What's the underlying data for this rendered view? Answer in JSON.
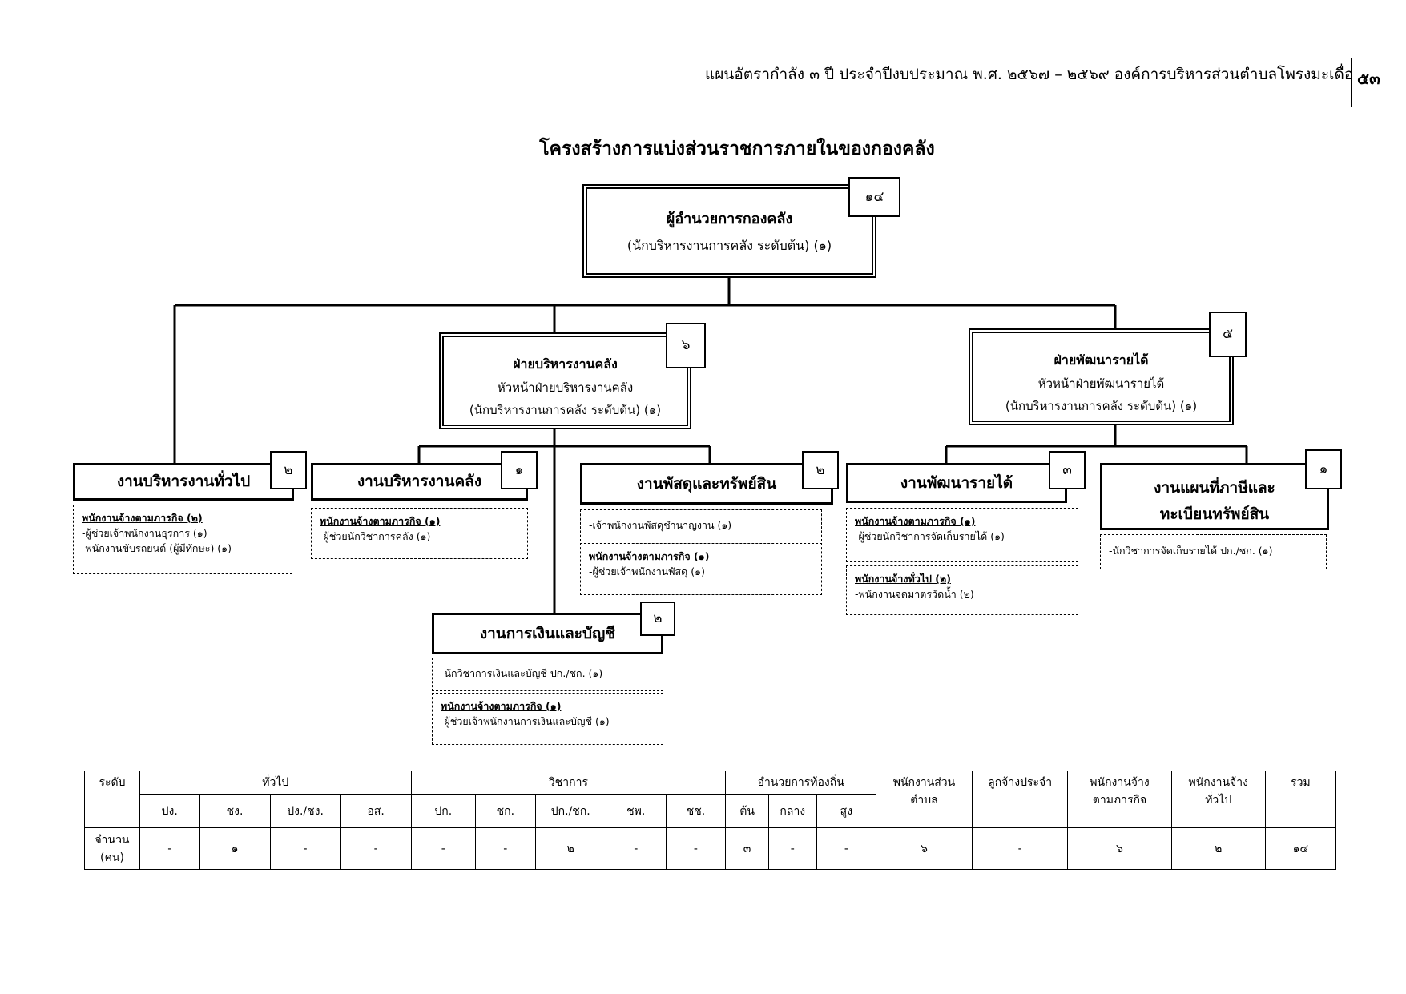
{
  "header": {
    "doc_title": "แผนอัตรากำลัง ๓ ปี ประจำปีงบประมาณ พ.ศ. ๒๕๖๗ – ๒๕๖๙ องค์การบริหารส่วนตำบลโพรงมะเดื่อ",
    "page_number": "๕๓"
  },
  "chart_title": "โครงสร้างการแบ่งส่วนราชการภายในของกองคลัง",
  "director": {
    "title": "ผู้อำนวยการกองคลัง",
    "subtitle": "(นักบริหารงานการคลัง ระดับต้น) (๑)",
    "count": "๑๔"
  },
  "divisions": [
    {
      "title": "ฝ่ายบริหารงานคลัง",
      "line2": "หัวหน้าฝ่ายบริหารงานคลัง",
      "line3": "(นักบริหารงานการคลัง ระดับต้น) (๑)",
      "count": "๖"
    },
    {
      "title": "ฝ่ายพัฒนารายได้",
      "line2": "หัวหน้าฝ่ายพัฒนารายได้",
      "line3": "(นักบริหารงานการคลัง ระดับต้น) (๑)",
      "count": "๕"
    }
  ],
  "units": [
    {
      "title": "งานบริหารงานทั่วไป",
      "count": "๒",
      "details": [
        {
          "heading": "พนักงานจ้างตามภารกิจ  (๒)",
          "items": [
            "-ผู้ช่วยเจ้าพนักงานธุรการ (๑)",
            "-พนักงานขับรถยนต์ (ผู้มีทักษะ) (๑)"
          ]
        }
      ]
    },
    {
      "title": "งานบริหารงานคลัง",
      "count": "๑",
      "details": [
        {
          "heading": "พนักงานจ้างตามภารกิจ  (๑)",
          "items": [
            "-ผู้ช่วยนักวิชาการคลัง (๑)"
          ]
        }
      ]
    },
    {
      "title": "งานพัสดุและทรัพย์สิน",
      "count": "๒",
      "details": [
        {
          "heading": "",
          "items": [
            "-เจ้าพนักงานพัสดุชำนาญงาน (๑)"
          ]
        },
        {
          "heading": "พนักงานจ้างตามภารกิจ  (๑)",
          "items": [
            "-ผู้ช่วยเจ้าพนักงานพัสดุ (๑)"
          ]
        }
      ]
    },
    {
      "title": "งานการเงินและบัญชี",
      "count": "๒",
      "details": [
        {
          "heading": "",
          "items": [
            "-นักวิชาการเงินและบัญชี ปก./ชก. (๑)"
          ]
        },
        {
          "heading": "พนักงานจ้างตามภารกิจ  (๑)",
          "items": [
            "-ผู้ช่วยเจ้าพนักงานการเงินและบัญชี (๑)"
          ]
        }
      ]
    },
    {
      "title": "งานพัฒนารายได้",
      "count": "๓",
      "details": [
        {
          "heading": "พนักงานจ้างตามภารกิจ  (๑)",
          "items": [
            "-ผู้ช่วยนักวิชาการจัดเก็บรายได้ (๑)"
          ]
        },
        {
          "heading": "พนักงานจ้างทั่วไป (๒)",
          "items": [
            "-พนักงานจดมาตรวัดน้ำ (๒)"
          ]
        }
      ]
    },
    {
      "title": "งานแผนที่ภาษีและ",
      "title2": "ทะเบียนทรัพย์สิน",
      "count": "๑",
      "details": [
        {
          "heading": "",
          "items": [
            "-นักวิชาการจัดเก็บรายได้ ปก./ชก. (๑)"
          ]
        }
      ]
    }
  ],
  "summary_table": {
    "level_label": "ระดับ",
    "groups": [
      "ทั่วไป",
      "วิชาการ",
      "อำนวยการท้องถิ่น"
    ],
    "single_headers": [
      "พนักงานส่วน",
      "ตำบล",
      "ลูกจ้างประจำ",
      "พนักงานจ้าง",
      "ตามภารกิจ",
      "พนักงานจ้าง",
      "ทั่วไป",
      "รวม"
    ],
    "subheaders": [
      "ปง.",
      "ชง.",
      "ปง./ชง.",
      "อส.",
      "ปก.",
      "ชก.",
      "ปก./ชก.",
      "ชพ.",
      "ชช.",
      "ต้น",
      "กลาง",
      "สูง"
    ],
    "row_label": "จำนวน",
    "row_label2": "(คน)",
    "values": [
      "-",
      "๑",
      "-",
      "-",
      "-",
      "-",
      "๒",
      "-",
      "-",
      "๓",
      "-",
      "-",
      "๖",
      "-",
      "๖",
      "๒",
      "๑๔"
    ]
  }
}
